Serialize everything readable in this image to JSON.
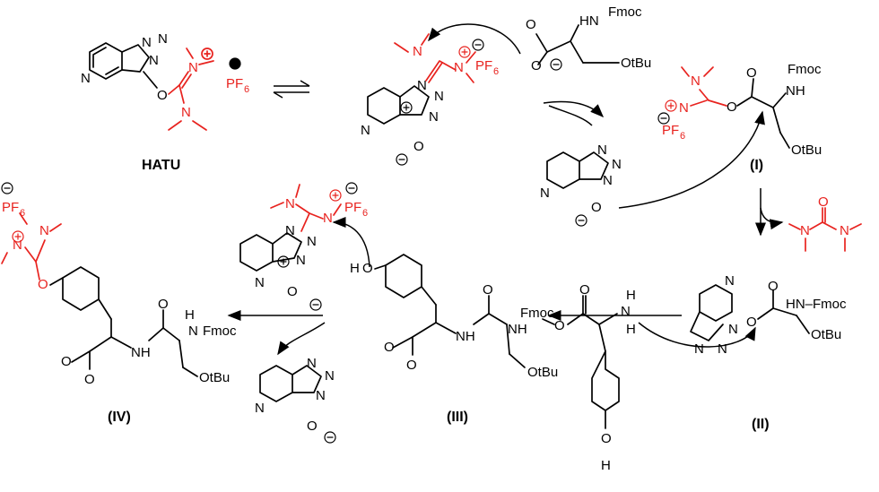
{
  "labels": {
    "hatu": "HATU",
    "I": "(I)",
    "II": "(II)",
    "III": "(III)",
    "IV": "(IV)"
  },
  "groups": {
    "fmoc": "Fmoc",
    "nh": "NH",
    "hn": "HN",
    "hn_fmoc": "HN–Fmoc",
    "n_fmoc": "N",
    "otbu": "OtBu",
    "pf6": "PF",
    "pf6_sub": "6",
    "n": "N",
    "o": "O",
    "h": "H",
    "nh2_h": "H"
  },
  "colors": {
    "reagent": "#e8231f",
    "ink": "#000000"
  }
}
